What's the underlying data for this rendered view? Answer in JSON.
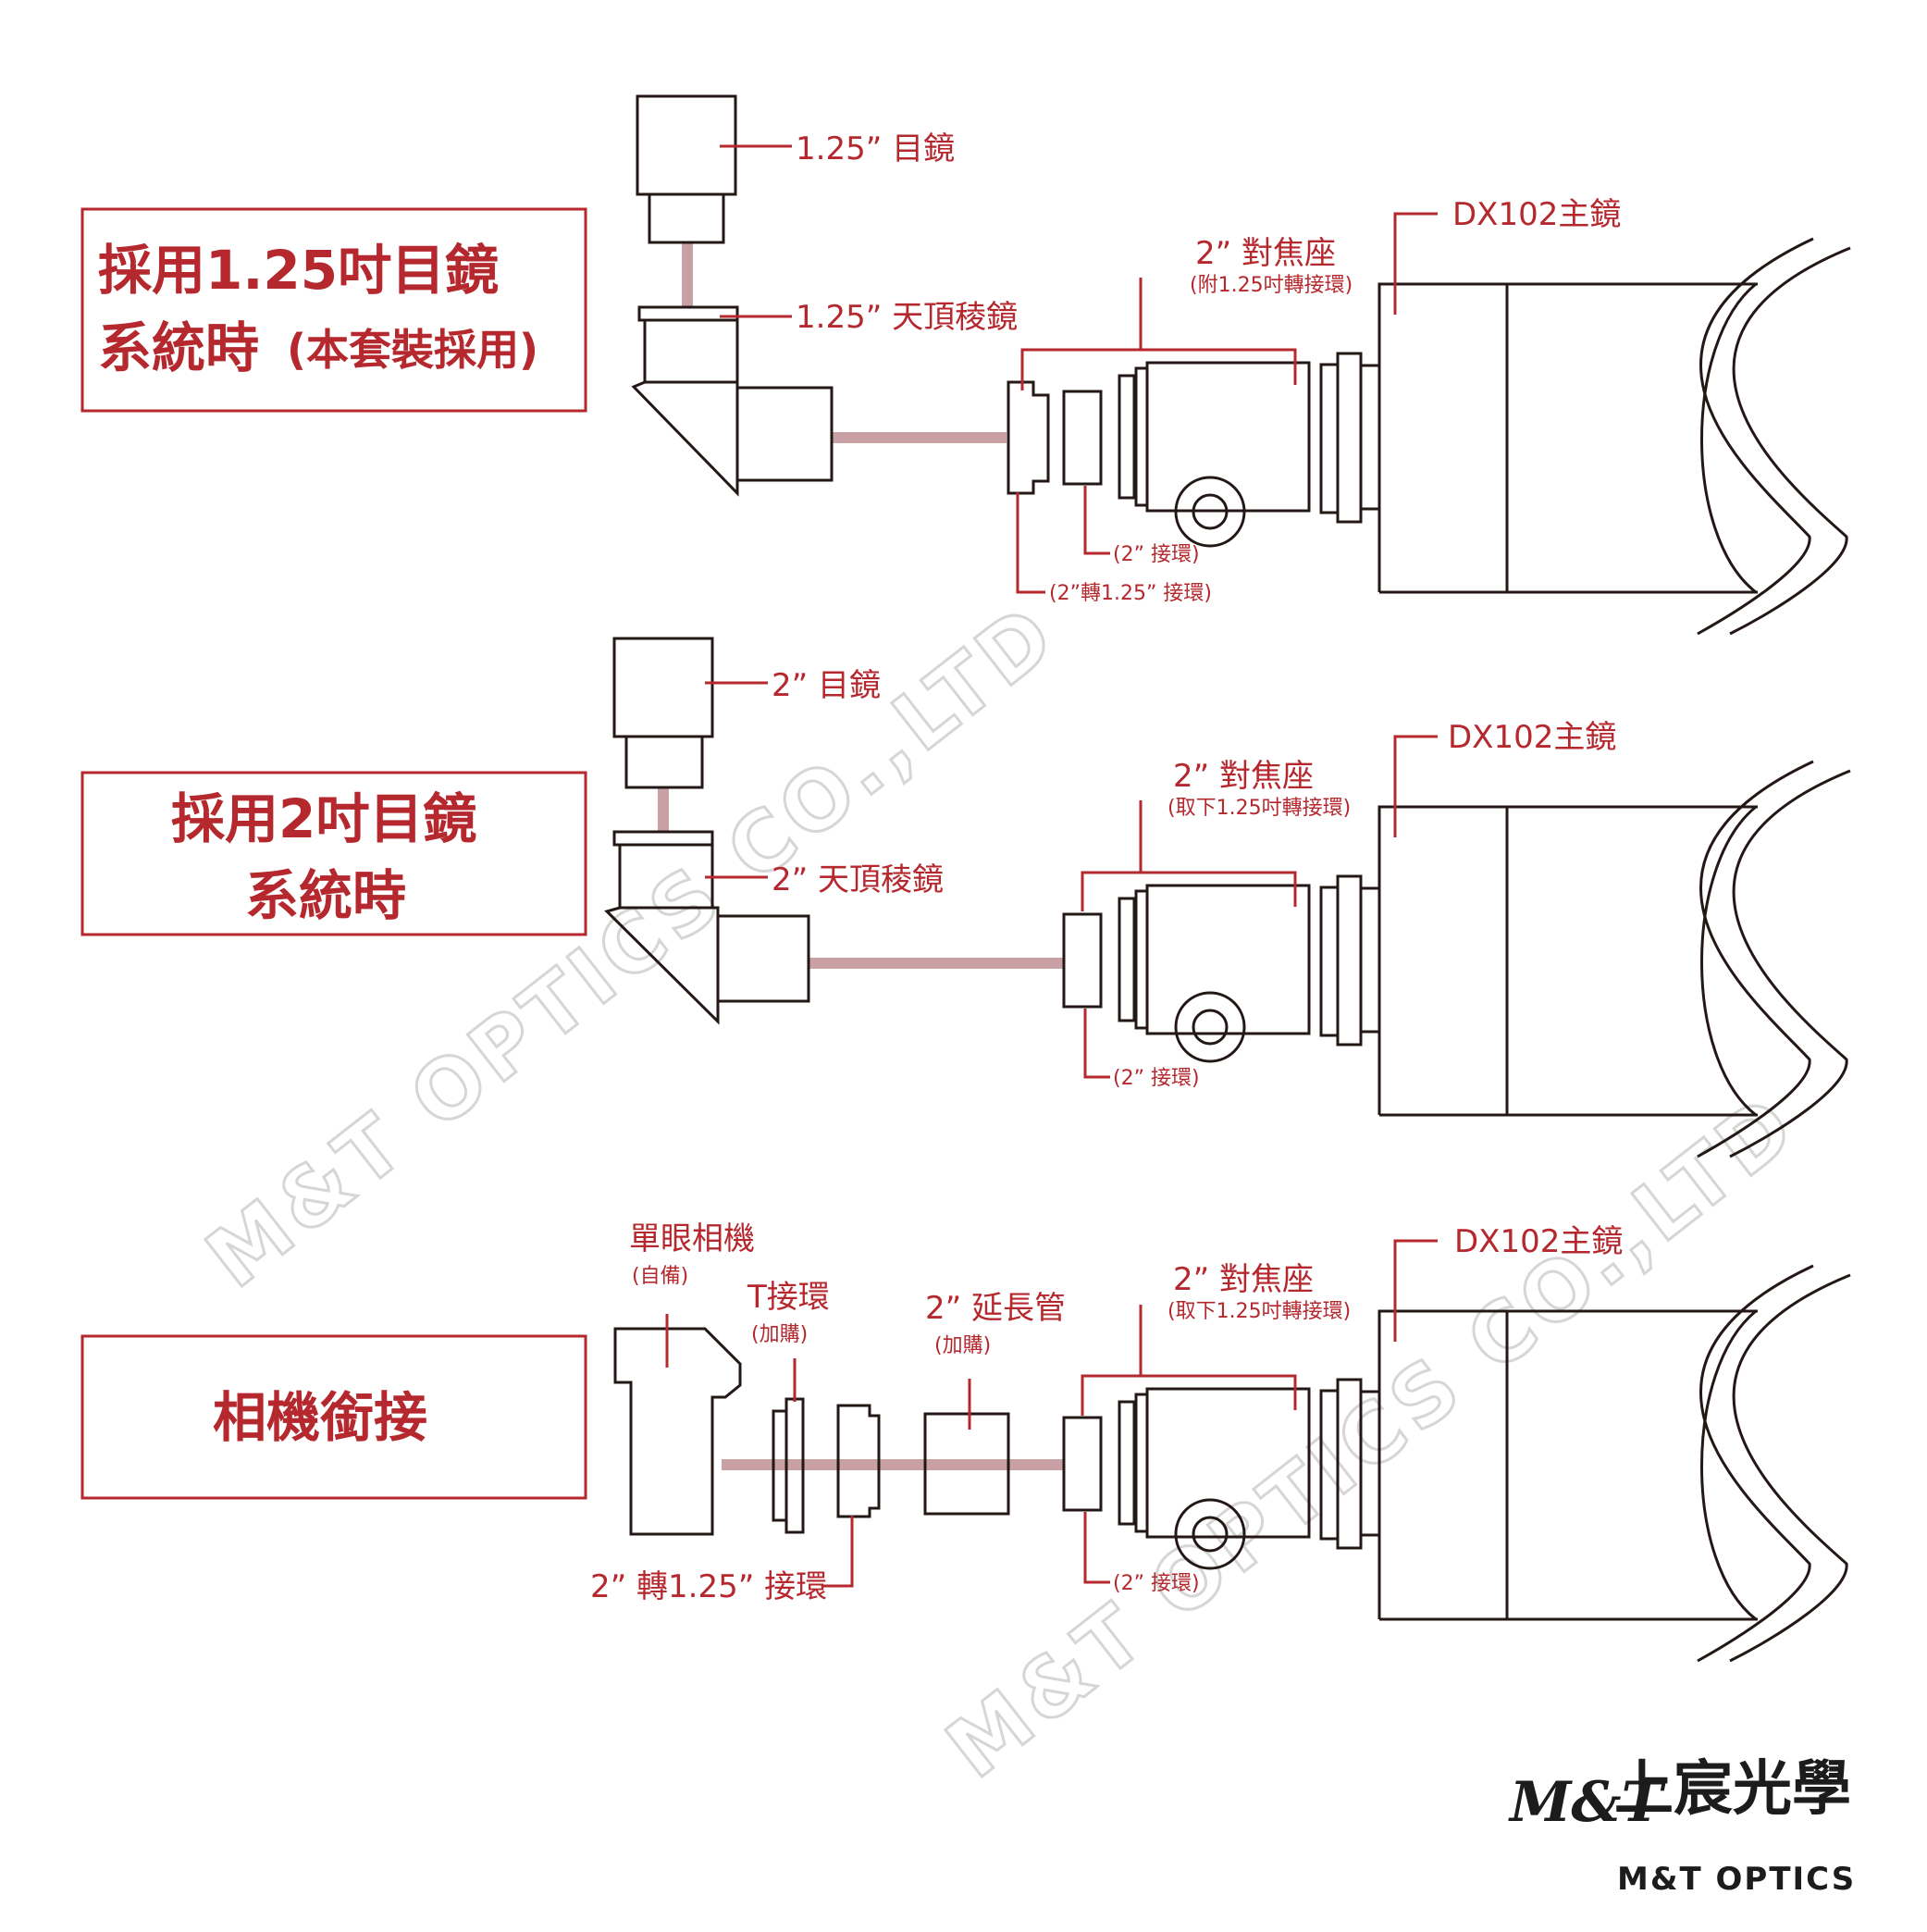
{
  "colors": {
    "accent": "#b5282e",
    "line": "#231815",
    "connector": "#c9a0a4",
    "watermark": "#d6d6d6"
  },
  "section1": {
    "title_line1": "採用1.25吋目鏡",
    "title_line2": "系統時",
    "title_note": "(本套裝採用)",
    "eyepiece": "1.25” 目鏡",
    "diagonal": "1.25” 天頂稜鏡",
    "focuser": "2” 對焦座",
    "focuser_note": "(附1.25吋轉接環)",
    "main_scope": "DX102主鏡",
    "ring_2": "(2” 接環)",
    "adapter": "(2”轉1.25” 接環)"
  },
  "section2": {
    "title_line1": "採用2吋目鏡",
    "title_line2": "系統時",
    "eyepiece": "2” 目鏡",
    "diagonal": "2” 天頂稜鏡",
    "focuser": "2” 對焦座",
    "focuser_note": "(取下1.25吋轉接環)",
    "main_scope": "DX102主鏡",
    "ring_2": "(2” 接環)"
  },
  "section3": {
    "title": "相機銜接",
    "camera": "單眼相機",
    "camera_note": "(自備)",
    "t_ring": "T接環",
    "t_ring_note": "(加購)",
    "extension": "2” 延長管",
    "extension_note": "(加購)",
    "adapter": "2” 轉1.25” 接環",
    "focuser": "2” 對焦座",
    "focuser_note": "(取下1.25吋轉接環)",
    "main_scope": "DX102主鏡",
    "ring_2": "(2” 接環)"
  },
  "watermark": {
    "text": "M&T OPTICS CO.,LTD"
  },
  "logo": {
    "mark": "M&T",
    "chinese": "上宸光學",
    "english": "M&T OPTICS"
  }
}
